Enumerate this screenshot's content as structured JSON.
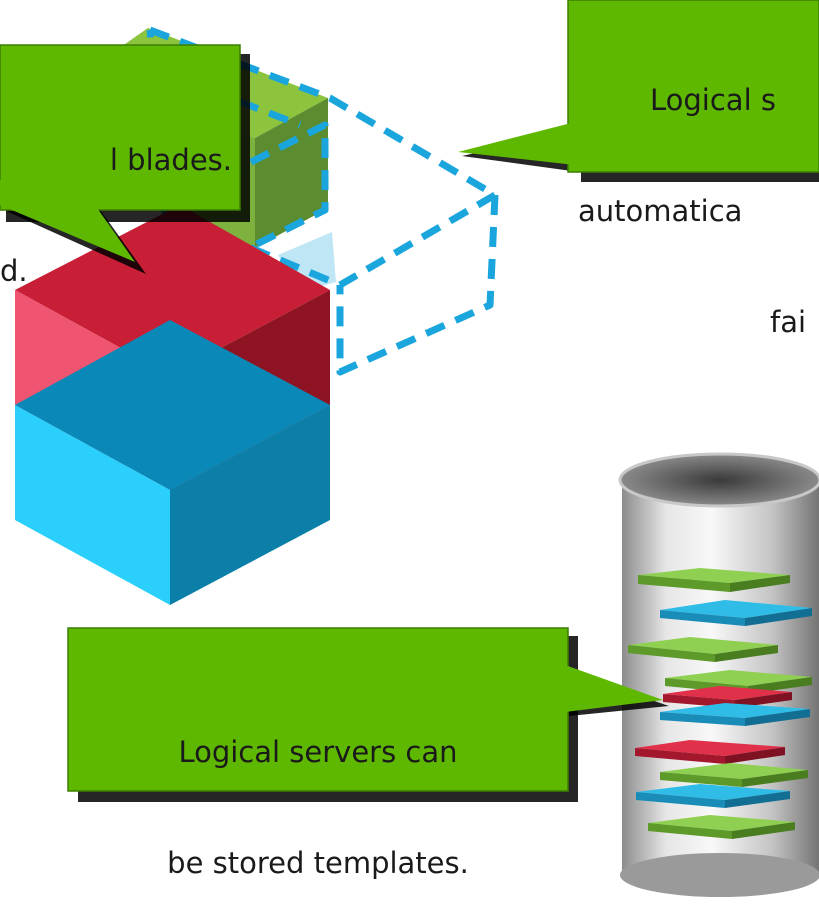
{
  "callouts": {
    "top_left": {
      "line1": "l blades.",
      "line2": "d."
    },
    "top_right": {
      "line1": "Logical s",
      "line2": "automatica",
      "line3": "fai"
    },
    "bottom": {
      "line1": "Logical servers can",
      "line2": "be stored templates."
    }
  },
  "colors": {
    "callout_green": "#5fb800",
    "callout_border": "#2f6b00",
    "server_red": "#e0304a",
    "server_blue": "#1fc6f2",
    "dashed_outline": "#1aa6dd",
    "shadow_green": "#6ea83a"
  }
}
